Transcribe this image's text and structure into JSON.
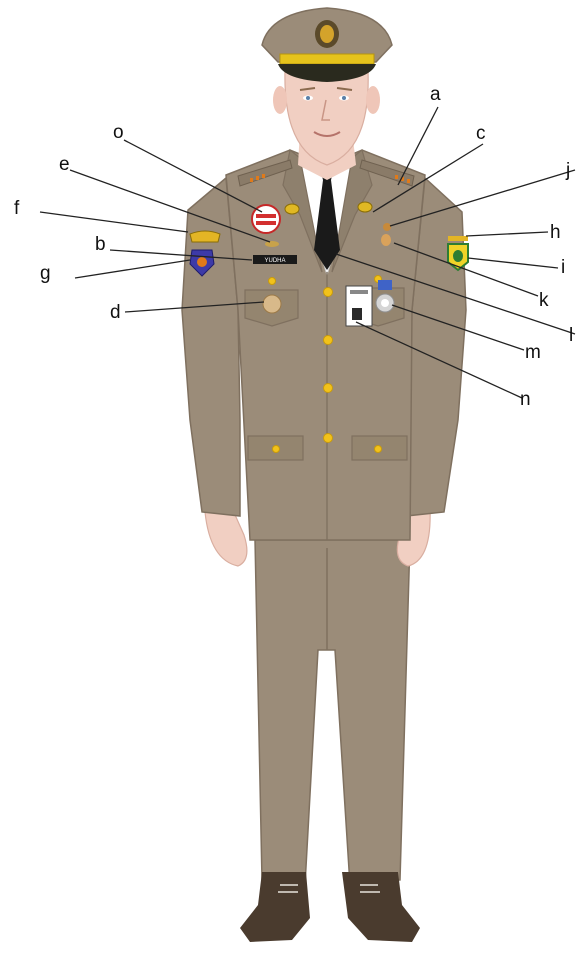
{
  "figure": {
    "labels": {
      "a": "a",
      "b": "b",
      "c": "c",
      "d": "d",
      "e": "e",
      "f": "f",
      "g": "g",
      "h": "h",
      "i": "i",
      "j": "j",
      "k": "k",
      "l": "l",
      "m": "m",
      "n": "n",
      "o": "o"
    },
    "nameplate_text": "YUDHA",
    "colors": {
      "uniform": "#9b8c79",
      "uniform_shadow": "#7f705f",
      "button": "#f2c21b",
      "cap_band": "#e6c31c",
      "skin": "#f1cfc2",
      "shoes": "#4a3b2e",
      "tie": "#1a1a1a"
    }
  }
}
